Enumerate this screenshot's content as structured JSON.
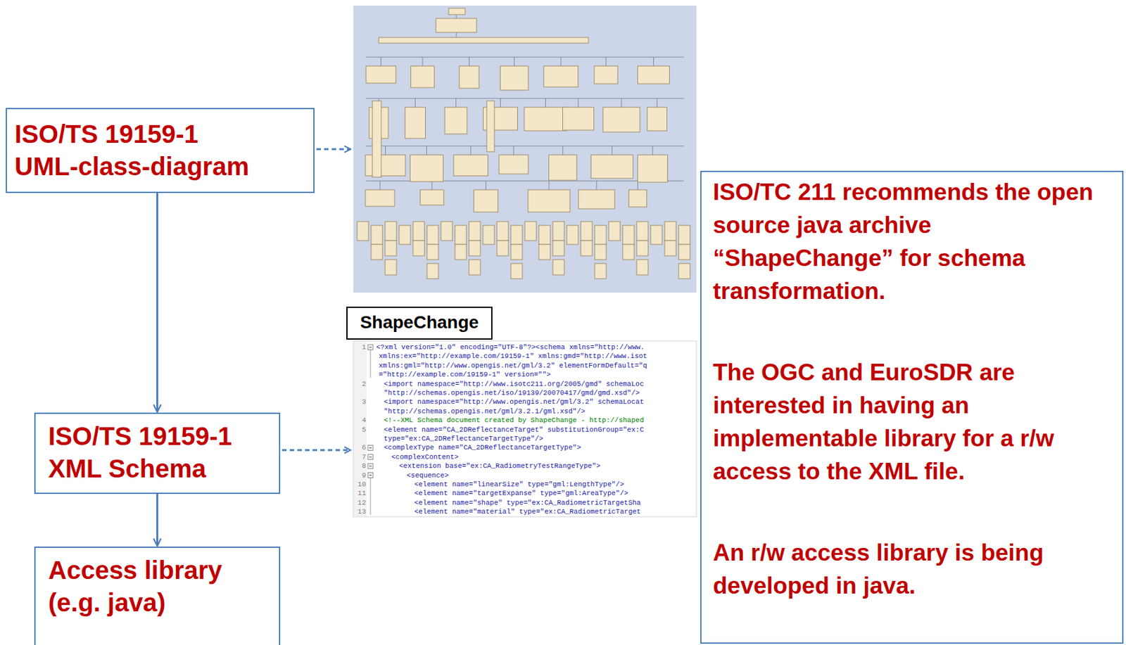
{
  "diagram": {
    "nodes": [
      {
        "text": [
          "ISO/TS 19159-1 UML-class-diagram"
        ]
      },
      {
        "text": [
          "ShapeChange"
        ]
      },
      {
        "text": [
          "ISO/TS 19159-1 XML Schema"
        ]
      },
      {
        "text": [
          "Access library (e.g. java)"
        ]
      },
      {
        "text": [
          "ISO/TC 211 recommends the open source java archive “ShapeChange” for schema transformation.",
          "The OGC and EuroSDR are interested in having an implementable library for a r/w access to the XML file.",
          "An r/w access library is being developed in java."
        ]
      }
    ],
    "edges": [
      {
        "from": 0,
        "to": 2,
        "arrow": "to"
      },
      {
        "from": 2,
        "to": 3,
        "arrow": "to"
      }
    ],
    "labels": [
      "1",
      "<?xml version=\"1.0\" encoding=\"UTF-8\"?><schema xmlns=\"http://www.",
      "xmlns:ex=\"http://example.com/19159-1\" xmlns:gmd=\"http://www.isot",
      "xmlns:gml=\"http://www.opengis.net/gml/3.2\" elementFormDefault=\"q",
      "=\"http://example.com/19159-1\" version=\"\">",
      "2",
      "<import namespace=\"http://www.isotc211.org/2005/gmd\" schemaLoc",
      "\"http://schemas.opengis.net/iso/19139/20070417/gmd/gmd.xsd\"/>",
      "3",
      "<import namespace=\"http://www.opengis.net/gml/3.2\" schemaLocat",
      "\"http://schemas.opengis.net/gml/3.2.1/gml.xsd\"/>",
      "4",
      "<!--XML Schema document created by ShapeChange - http://shaped",
      "5",
      "<element name=\"CA_2DReflectanceTarget\" substitutionGroup=\"ex:C",
      "type=\"ex:CA_2DReflectanceTargetType\"/>",
      "6",
      "<complexType name=\"CA_2DReflectanceTargetType\">",
      "7",
      "<complexContent>",
      "8",
      "<extension base=\"ex:CA_RadiometryTestRangeType\">",
      "9",
      "<sequence>",
      "10",
      "<element name=\"linearSize\" type=\"gml:LengthType\"/>",
      "11",
      "<element name=\"targetExpanse\" type=\"gml:AreaType\"/>",
      "12",
      "<element name=\"shape\" type=\"ex:CA_RadiometricTargetSha",
      "13",
      "<element name=\"material\" type=\"ex:CA_RadiometricTarget"
    ]
  }
}
